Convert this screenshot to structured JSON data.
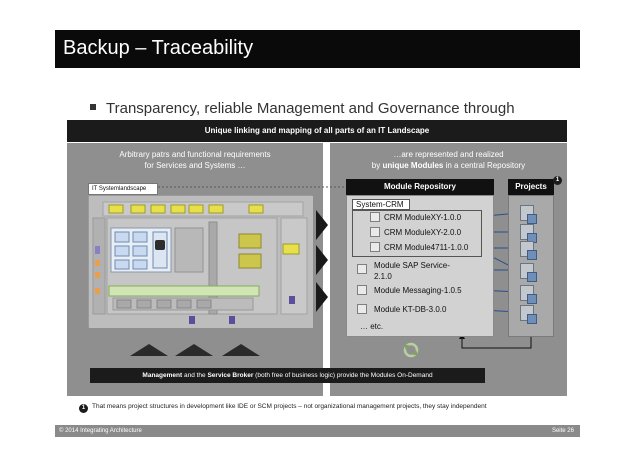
{
  "slide": {
    "title": "Backup – Traceability",
    "bullet": "Transparency, reliable Management and Governance through",
    "top_banner": "Unique linking and mapping of all parts of an IT Landscape"
  },
  "left_panel": {
    "heading_line1": "Arbitrary patrs and functional requirements",
    "heading_line2": "for Services and Systems …",
    "landscape_label": "IT Systemlandscape"
  },
  "right_panel": {
    "heading_line1": "…are represented and realized",
    "heading_line2_pre": "by ",
    "heading_line2_bold": "unique Modules",
    "heading_line2_post": " in a central Repository",
    "repository_title": "Module Repository",
    "projects_title": "Projects",
    "system_label": "System-CRM",
    "crm_modules": [
      "CRM ModuleXY-1.0.0",
      "CRM ModuleXY-2.0.0",
      "CRM Module4711-1.0.0"
    ],
    "modules": [
      "Module SAP Service-",
      "2.1.0",
      "Module Messaging-1.0.5",
      "Module KT-DB-3.0.0"
    ],
    "etc": "… etc."
  },
  "bottom_banner": {
    "bold1": "Management",
    "text1": " and the ",
    "bold2": "Service Broker",
    "text2": " (both free of business logic) provide the Modules On-Demand"
  },
  "footnote": {
    "badge": "1",
    "text": "That means project structures in development like IDE or SCM projects – not organizational management projects, they stay independent"
  },
  "footer": {
    "left": "© 2014 Integrating  Architecture",
    "right": "Seite 26"
  },
  "colors": {
    "title_bg": "#0a0a0a",
    "panel_bg": "#8f8f8f",
    "banner_bg": "#1b1b1b",
    "footer_bg": "#8a8a8a",
    "module_line": "#2b4f8a"
  }
}
